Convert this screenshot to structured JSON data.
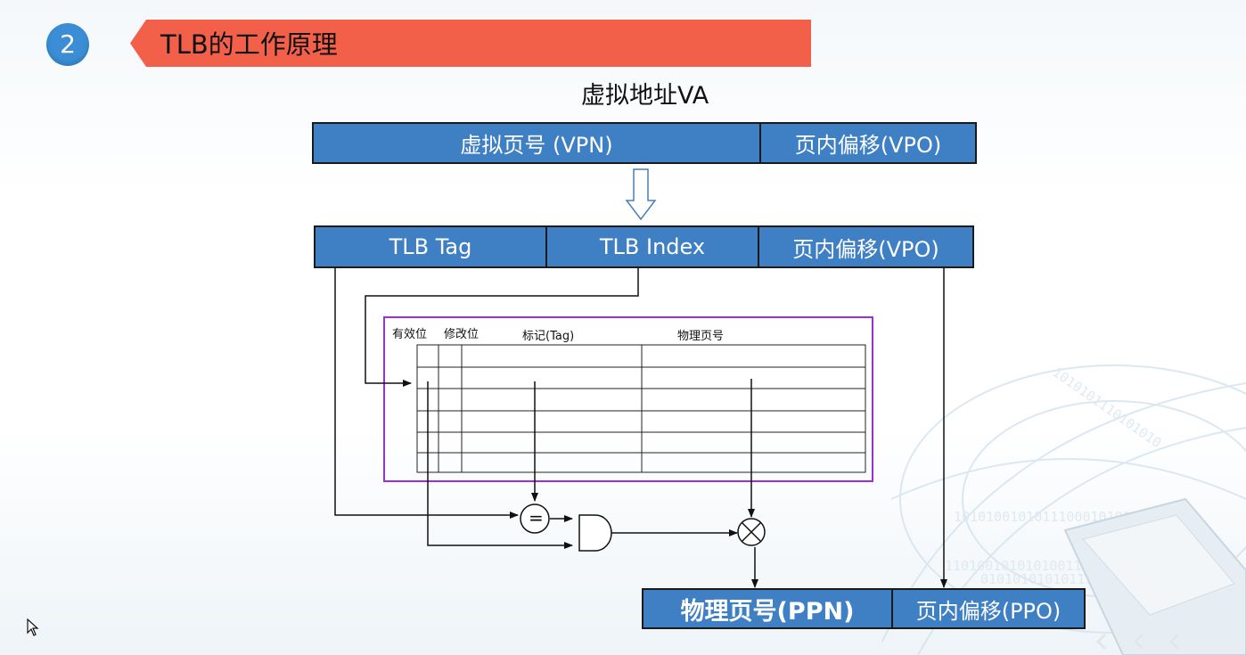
{
  "slide": {
    "number": "2",
    "title": "TLB的工作原理",
    "va_title": "虚拟地址VA"
  },
  "va_row": {
    "vpn": "虚拟页号 (VPN)",
    "vpo": "页内偏移(VPO)"
  },
  "tlb_row": {
    "tag": "TLB Tag",
    "index": "TLB Index",
    "vpo": "页内偏移(VPO)"
  },
  "table_headers": {
    "valid": "有效位",
    "dirty": "修改位",
    "tag": "标记(Tag)",
    "ppn": "物理页号"
  },
  "gates": {
    "compare": "=",
    "multiplex": "⊗"
  },
  "pa_row": {
    "ppn": "物理页号(PPN)",
    "ppo": "页内偏移(PPO)"
  },
  "colors": {
    "cell_blue": "#3f7fc4",
    "banner": "#f3604a",
    "circle": "#3b8ed6",
    "table_border": "#9b30d9"
  },
  "icons": {
    "cursor": "mouse-pointer-icon",
    "arrow": "hollow-down-arrow-icon"
  }
}
